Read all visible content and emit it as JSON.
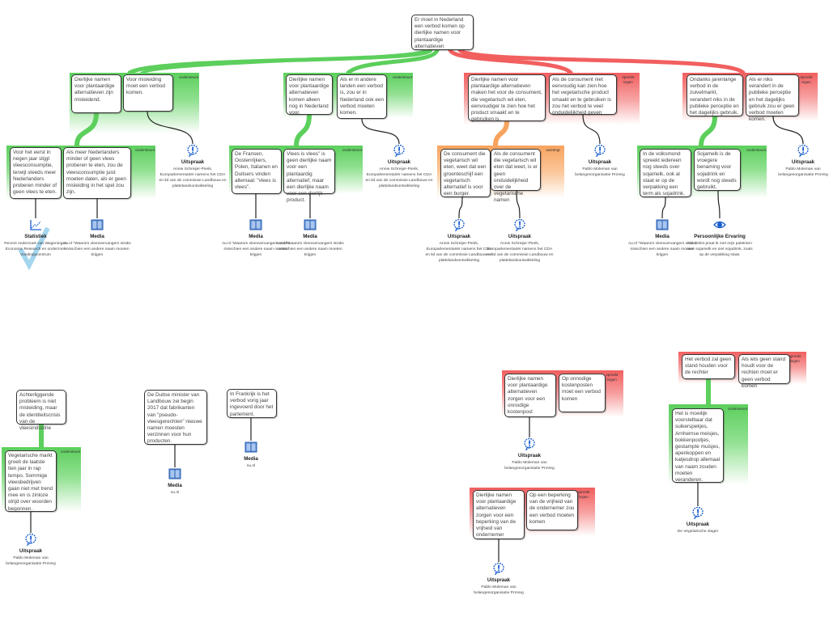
{
  "root_claim": "Er moet in Nederland een verbod komen op dierlijke namen voor plantaardige alternatieven",
  "standalone_claims": {
    "achterliggend": "Achterliggende probleem is niet misleiding, maar de identiteitscrisis van de vleesindustrie",
    "duitse_minister": "De Duitse minister van Landbouw zei begin 2017 dat fabrikanten van \"pseudo-vleesgerechten\" nieuwe namen moesten verzinnen voor hun producten.",
    "frankrijk": "In Frankrijk is het verbod vorig jaar ingevoerd door het parlement."
  },
  "colors": {
    "ondersteunt": "#5ccf5c",
    "spreekt_tegen": "#f25f5f",
    "weerlegt": "#f7a35e",
    "icon": "#1a5fd0"
  },
  "groups": [
    {
      "relation": "ondersteunt",
      "color": "green",
      "claims": [
        "Dierlijke namen voor plantaardige alternatieven zijn misleidend.",
        "Voor misleiding moet een verbod komen."
      ]
    },
    {
      "relation": "ondersteunt",
      "color": "green",
      "claims": [
        "Voor het eerst in negen jaar stijgt vleesconsumptie, terwijl steeds meer Nederlanders proberen minder of geen vlees te eten.",
        "Als meer Nederlanders minder of geen vlees proberen te eten, zou de vleesconsumptie juist moeten dalen, als er geen misleiding in het spel zou zijn."
      ]
    },
    {
      "relation": "ondersteunt",
      "color": "green",
      "claims": [
        "Dierlijke namen voor plantaardige alternatieven komen alleen nog in Nederland voor.",
        "Als er in andere landen een verbod is, zou er in Nederland ook een verbod moeten komen."
      ]
    },
    {
      "relation": "ondersteunt",
      "color": "green",
      "claims": [
        "De Fransen, Oostenrijkers, Polen, Italianen en Duitsers vinden allemaal: \"vlees is vlees\".",
        "Vlees is vlees\" is geen dierlijke naam voor een plantaardig alternatief, maar een dierlijke naam voor een dierlijk product."
      ]
    },
    {
      "relation": "spreekt tegen",
      "color": "red",
      "claims": [
        "Dierlijke namen voor plantaardige alternatieven maken het voor de consument, die vegetarisch wil eten, eenvoudiger te zien hoe het product smaakt en te gebruiken is.",
        "Als de consument niet eenvoudig kan zien hoe het vegetarische product smaakt en te gebruiken is zou het verbod te veel onduidelijkheid geven"
      ]
    },
    {
      "relation": "weerlegt",
      "color": "orange",
      "claims": [
        "De consument die vegetarisch wil eten, weet dat een groenteschijf een vegetarisch alternatief is voor een burger.",
        "Als de consument die vegetarisch wil eten dat weet, is er geen onduidelijkheid over de vegetarische namen"
      ]
    },
    {
      "relation": "spreekt tegen",
      "color": "red",
      "claims": [
        "Ondanks jarenlange verbod in de zuivelmarkt, verandert niks in de publieke perceptie en het dagelijks gebruik.",
        "Als er niks verandert in de publieke perceptie en het dagelijks gebruik zou er geen verbod moeten komen."
      ]
    },
    {
      "relation": "ondersteunt",
      "color": "green",
      "claims": [
        "In de volksmond spreekt iedereen nog steeds over sojamelk, ook al staat er op de verpakking een term als sojadrink.",
        "Sojamelk is de vroegere benaming voor sojadrink en wordt nog steeds gebruikt."
      ]
    },
    {
      "relation": "ondersteunt",
      "color": "green",
      "claims": [
        "Vegetarische markt groeit de laatste tien jaar in rap tempo. Sommige vleesbedrijven gaan niet met trend mee en is zinloze strijd over woorden begonnen."
      ]
    },
    {
      "relation": "spreekt tegen",
      "color": "red",
      "claims": [
        "Dierlijke namen voor plantaardige alternatieven zorgen voor een onnodige kostenpost",
        "Op onnodige kostenposten moet een verbod komen"
      ]
    },
    {
      "relation": "spreekt tegen",
      "color": "red",
      "claims": [
        "Dierlijke namen voor plantaardige alternatieven zorgen voor  een beperking van de vrijheid van ondernemer",
        "Op een beperking van de vrijheid van de ondernemer zou een verbod moeten komen"
      ]
    },
    {
      "relation": "spreekt tegen",
      "color": "red",
      "claims": [
        "Het verbod zal geen stand houden voor de rechter",
        "Als iets geen stand houdt voor de rechten moet er geen verbod komen"
      ]
    },
    {
      "relation": "ondersteunt",
      "color": "green",
      "claims": [
        "Het is moeilijk voorstelbaar dat suikerspekjes, Arnhemse meisjes, bokkenpootjes, gestampte muisjes, apenkoppen en katjesdrop allemaal van naam zouden moeten veranderen."
      ]
    }
  ],
  "evidence": [
    {
      "type": "uitspraak",
      "title": "Uitspraak",
      "text": "Annie Schreijer-Pierik, Europarlementariër namens het CDA en lid van de commissie Landbouw en plattelandsontwikkeling"
    },
    {
      "type": "statistiek",
      "title": "Statistiek",
      "text": "Recent onderzoek van Wageningen Economic Research en onderzoek Voedingscentrum"
    },
    {
      "type": "media",
      "title": "Media",
      "text": "nu.nl \"Waarom vleesvervangers straks misschien een andere naam moeten krijgen"
    },
    {
      "type": "uitspraak",
      "title": "Uitspraak",
      "text": "Annie Schreijer-Pierik, Europarlementariër namens het CDA en lid van de commissie Landbouw en plattelandsontwikkeling"
    },
    {
      "type": "media",
      "title": "Media",
      "text": "nu.nl \"Waarom vleesvervangers straks misschien een andere naam moeten krijgen"
    },
    {
      "type": "media",
      "title": "Media",
      "text": "nu.nl \"Waarom vleesvervangers straks misschien een andere naam moeten krijgen"
    },
    {
      "type": "uitspraak",
      "title": "Uitspraak",
      "text": "Pablo Moleman van belangenorganisatie ProVeg"
    },
    {
      "type": "uitspraak",
      "title": "Uitspraak",
      "text": "Annie Schreijer-Pierik, Europarlementariër namens het CDA en lid van de commissie Landbouw en plattelandsontwikkeling"
    },
    {
      "type": "uitspraak",
      "title": "Uitspraak",
      "text": "Annie Schreijer-Pierik, Europarlementariër namens het CDA en lid van de commissie Landbouw en plattelandsontwikkeling"
    },
    {
      "type": "uitspraak",
      "title": "Uitspraak",
      "text": "Pablo Moleman van belangenorganisatie ProVeg"
    },
    {
      "type": "media",
      "title": "Media",
      "text": "nu.nl \"Waarom vleesvervangers straks misschien een andere naam moeten krijgen"
    },
    {
      "type": "ervaring",
      "title": "Persoonlijke Ervaring",
      "text": "Als diëtist praat ik met mijn patiënten over sojamelk en niet sojadrink, zoals op de verpakking staat."
    },
    {
      "type": "uitspraak",
      "title": "Uitspraak",
      "text": "Pablo Moleman van belangenorganisatie ProVeg"
    },
    {
      "type": "media",
      "title": "Media",
      "text": "nu.nl"
    },
    {
      "type": "media",
      "title": "Media",
      "text": "nu.nl"
    },
    {
      "type": "uitspraak",
      "title": "Uitspraak",
      "text": "Pablo Moleman van belangenorganisatie ProVeg"
    },
    {
      "type": "uitspraak",
      "title": "Uitspraak",
      "text": "Pablo Moleman van belangenorganisatie ProVeg"
    },
    {
      "type": "uitspraak",
      "title": "Uitspraak",
      "text": "De Vegetarische slager"
    }
  ]
}
